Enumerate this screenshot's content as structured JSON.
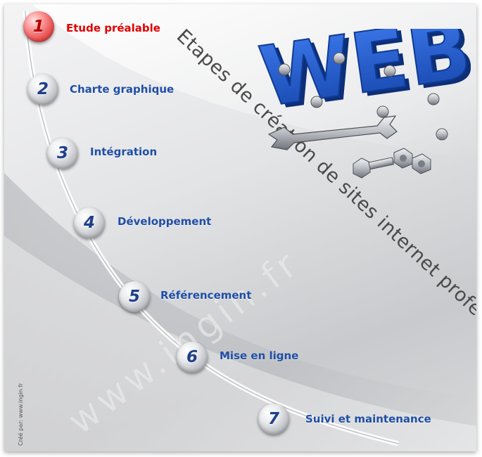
{
  "title": "Etapes de création de sites internet professionnels",
  "logo_text": "WEB",
  "watermark": "www.ingin.fr",
  "credit": "Créé par: www.ingin.fr",
  "steps": [
    {
      "number": "1",
      "label": "Etude préalable",
      "active": true
    },
    {
      "number": "2",
      "label": "Charte graphique",
      "active": false
    },
    {
      "number": "3",
      "label": "Intégration",
      "active": false
    },
    {
      "number": "4",
      "label": "Développement",
      "active": false
    },
    {
      "number": "5",
      "label": "Référencement",
      "active": false
    },
    {
      "number": "6",
      "label": "Mise en ligne",
      "active": false
    },
    {
      "number": "7",
      "label": "Suivi et maintenance",
      "active": false
    }
  ],
  "colors": {
    "active_step": "#e00000",
    "step_label": "#1f4ea6",
    "logo_blue": "#1c56c9",
    "title_gray": "#4a4a4a"
  },
  "icons": [
    "wrench-icon",
    "bolt-icon",
    "nut-icon"
  ]
}
